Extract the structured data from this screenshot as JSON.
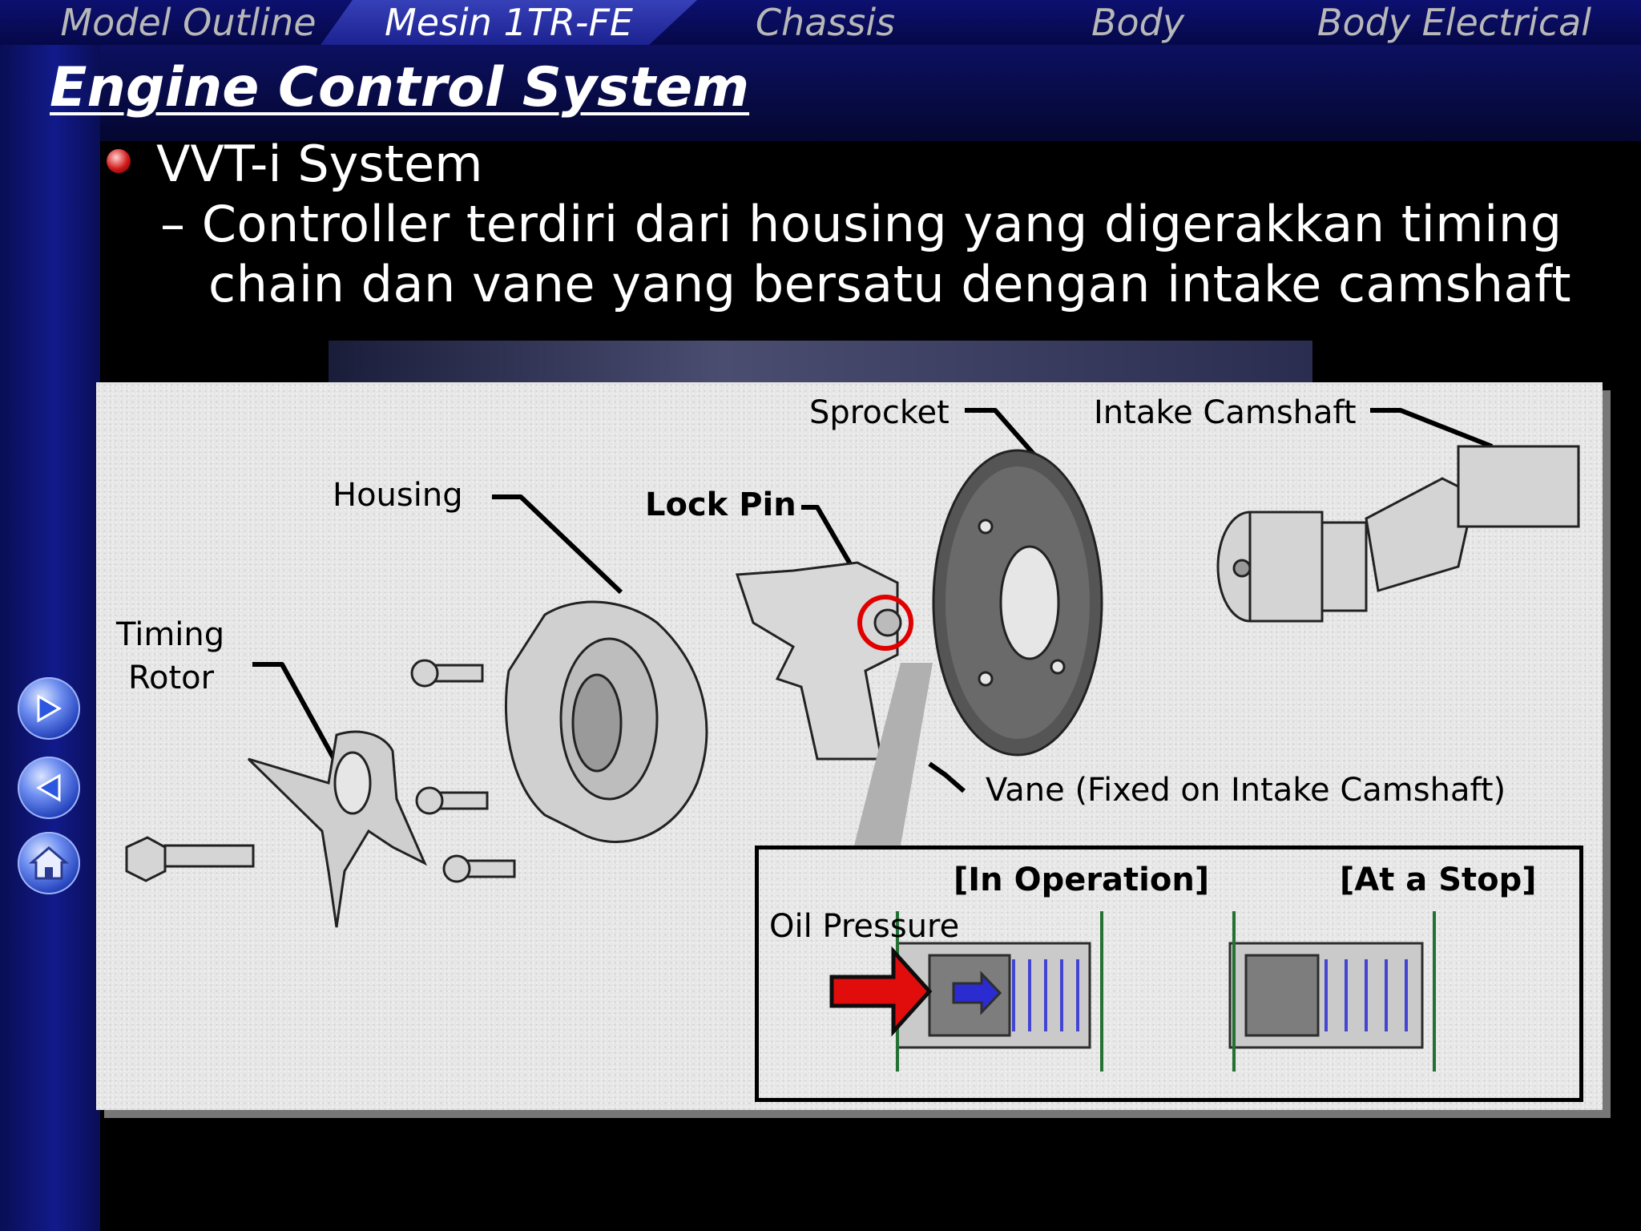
{
  "nav_tabs": [
    {
      "label": "Model Outline",
      "active": false
    },
    {
      "label": "Mesin 1TR-FE",
      "active": true
    },
    {
      "label": "Chassis",
      "active": false
    },
    {
      "label": "Body",
      "active": false
    },
    {
      "label": "Body Electrical",
      "active": false
    }
  ],
  "slide": {
    "title": "Engine Control System",
    "bullet": "VVT-i System",
    "sub_line1": "– Controller terdiri dari housing yang digerakkan timing",
    "sub_line2": "chain dan vane yang bersatu dengan intake camshaft"
  },
  "diagram": {
    "labels": {
      "sprocket": "Sprocket",
      "intake_camshaft": "Intake Camshaft",
      "housing": "Housing",
      "lock_pin": "Lock Pin",
      "timing_rotor_1": "Timing",
      "timing_rotor_2": "Rotor",
      "vane": "Vane (Fixed on Intake Camshaft)"
    },
    "inset": {
      "in_operation": "[In Operation]",
      "at_a_stop": "[At a Stop]",
      "oil_pressure": "Oil Pressure"
    }
  },
  "side_nav": [
    {
      "icon": "arrow-right-icon"
    },
    {
      "icon": "arrow-left-icon"
    },
    {
      "icon": "home-icon"
    }
  ],
  "colors": {
    "accent_red": "#e00000",
    "arrow_blue": "#2020d0",
    "nav_bg": "#0d1070"
  }
}
